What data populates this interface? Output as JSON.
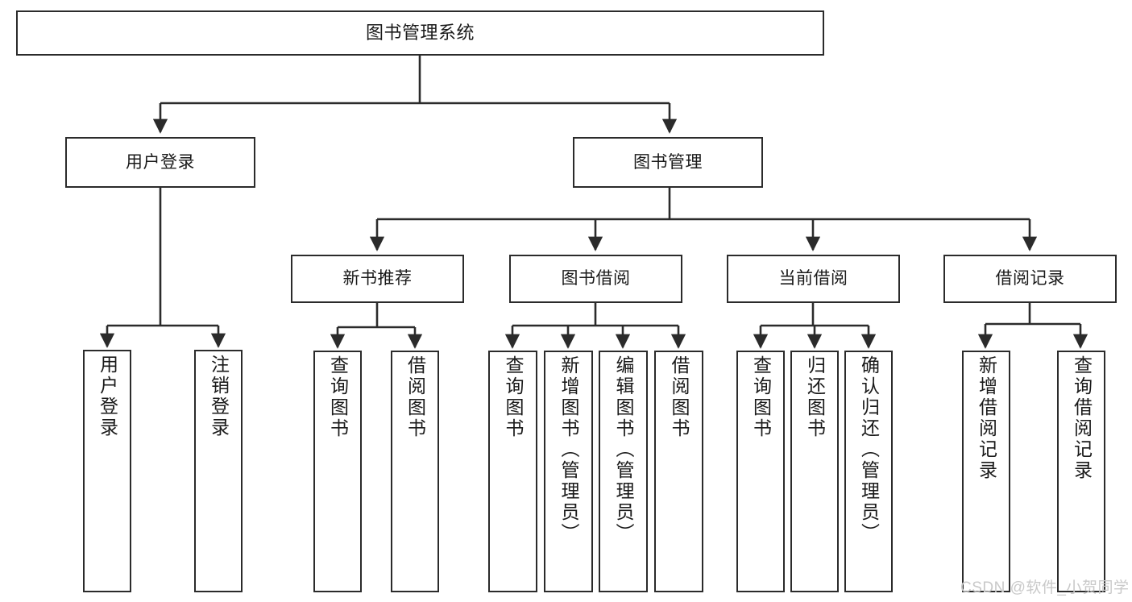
{
  "diagram": {
    "title": "图书管理系统",
    "type": "tree-hierarchy",
    "colors": {
      "box_border": "#2b2b2b",
      "box_fill": "#ffffff",
      "edge": "#2b2b2b",
      "text": "#1a1a1a",
      "watermark": "#c9c9c9"
    },
    "nodes": {
      "root": {
        "label": "图书管理系统"
      },
      "level2": [
        {
          "label": "用户登录"
        },
        {
          "label": "图书管理"
        }
      ],
      "level3": [
        {
          "label": "新书推荐"
        },
        {
          "label": "图书借阅"
        },
        {
          "label": "当前借阅"
        },
        {
          "label": "借阅记录"
        }
      ],
      "leaves_user_login": [
        {
          "label": "用户登录"
        },
        {
          "label": "注销登录"
        }
      ],
      "leaves_new_book": [
        {
          "label": "查询图书"
        },
        {
          "label": "借阅图书"
        }
      ],
      "leaves_borrow": [
        {
          "label": "查询图书"
        },
        {
          "label": "新增图书（管理员）"
        },
        {
          "label": "编辑图书（管理员）"
        },
        {
          "label": "借阅图书"
        }
      ],
      "leaves_current": [
        {
          "label": "查询图书"
        },
        {
          "label": "归还图书"
        },
        {
          "label": "确认归还（管理员）"
        }
      ],
      "leaves_records": [
        {
          "label": "新增借阅记录"
        },
        {
          "label": "查询借阅记录"
        }
      ]
    },
    "watermark": "CSDN @软件_小贺同学"
  }
}
